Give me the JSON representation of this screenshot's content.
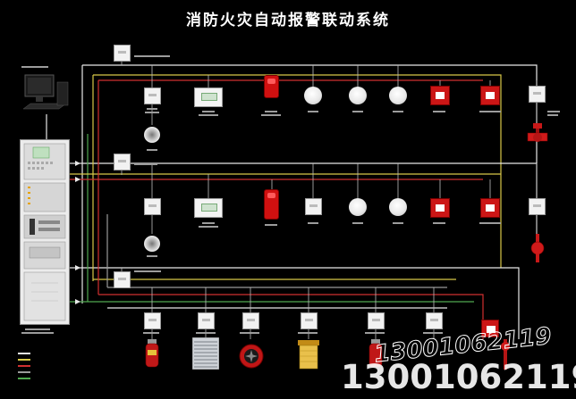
{
  "title": "消防火灾自动报警联动系统",
  "watermark": "13001062119",
  "colors": {
    "bus_white": "#e8e8e8",
    "bus_yellow": "#d8c848",
    "bus_red": "#d03030",
    "bus_grey": "#9a9a9a",
    "bus_green": "#4fa84f",
    "accent_red": "#cc1616",
    "watermark": "#ffffff"
  },
  "devices": [
    {
      "kind": "computer",
      "icon": "computer-monitor-icon"
    },
    {
      "kind": "control-cabinet",
      "icon": "fire-control-cabinet-icon"
    },
    {
      "kind": "module",
      "icon": "interface-module-icon"
    },
    {
      "kind": "panel",
      "icon": "floor-display-panel-icon"
    },
    {
      "kind": "sounder",
      "icon": "sound-light-alarm-icon"
    },
    {
      "kind": "detector",
      "icon": "smoke-detector-icon"
    },
    {
      "kind": "detector",
      "icon": "heat-detector-icon"
    },
    {
      "kind": "hydrant-button",
      "icon": "hydrant-button-icon"
    },
    {
      "kind": "call-point",
      "icon": "manual-call-point-icon"
    },
    {
      "kind": "speaker",
      "icon": "ceiling-speaker-icon"
    },
    {
      "kind": "valve",
      "icon": "signal-valve-icon"
    },
    {
      "kind": "flow-indicator",
      "icon": "water-flow-indicator-icon"
    },
    {
      "kind": "extinguisher",
      "icon": "gas-extinguisher-icon"
    },
    {
      "kind": "damper",
      "icon": "fire-damper-icon"
    },
    {
      "kind": "fan",
      "icon": "smoke-exhaust-fan-icon"
    },
    {
      "kind": "shutter",
      "icon": "fire-shutter-icon"
    }
  ]
}
